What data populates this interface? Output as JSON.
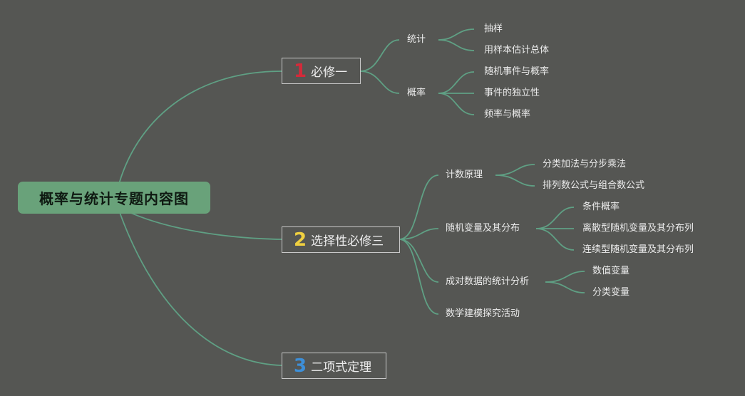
{
  "root": {
    "title": "概率与统计专题内容图"
  },
  "branches": [
    {
      "number": "1",
      "number_color": "#d42a3a",
      "label": "必修一",
      "children": [
        {
          "label": "统计",
          "children": [
            "抽样",
            "用样本估计总体"
          ]
        },
        {
          "label": "概率",
          "children": [
            "随机事件与概率",
            "事件的独立性",
            "频率与概率"
          ]
        }
      ]
    },
    {
      "number": "2",
      "number_color": "#f0d040",
      "label": "选择性必修三",
      "children": [
        {
          "label": "计数原理",
          "children": [
            "分类加法与分步乘法",
            "排列数公式与组合数公式"
          ]
        },
        {
          "label": "随机变量及其分布",
          "children": [
            "条件概率",
            "离散型随机变量及其分布列",
            "连续型随机变量及其分布列"
          ]
        },
        {
          "label": "成对数据的统计分析",
          "children": [
            "数值变量",
            "分类变量"
          ]
        },
        {
          "label": "数学建模探究活动",
          "children": []
        }
      ]
    },
    {
      "number": "3",
      "number_color": "#3d8fd8",
      "label": "二项式定理",
      "children": []
    }
  ],
  "colors": {
    "background": "#555653",
    "connector": "#5fa084",
    "root_fill": "#69a27a"
  }
}
